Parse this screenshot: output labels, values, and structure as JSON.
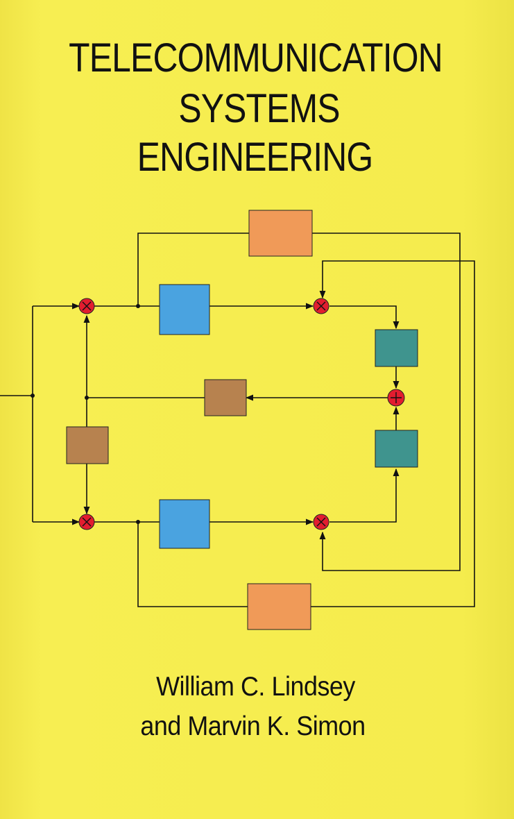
{
  "book": {
    "title_lines": [
      "TELECOMMUNICATION",
      "SYSTEMS",
      "ENGINEERING"
    ],
    "authors": [
      "William C. Lindsey",
      "and Marvin K. Simon"
    ]
  },
  "colors": {
    "background": "#f4ea4a",
    "orange_block": "#f09a58",
    "blue_block": "#4aa3e0",
    "teal_block": "#3f948e",
    "brown_block": "#b7824f",
    "junction": "#e21d2f",
    "line": "#111111"
  },
  "diagram": {
    "block_icons": [
      "orange-block",
      "blue-block",
      "teal-block",
      "brown-block"
    ],
    "junction_icons": [
      "multiplier-icon",
      "summer-icon"
    ]
  }
}
